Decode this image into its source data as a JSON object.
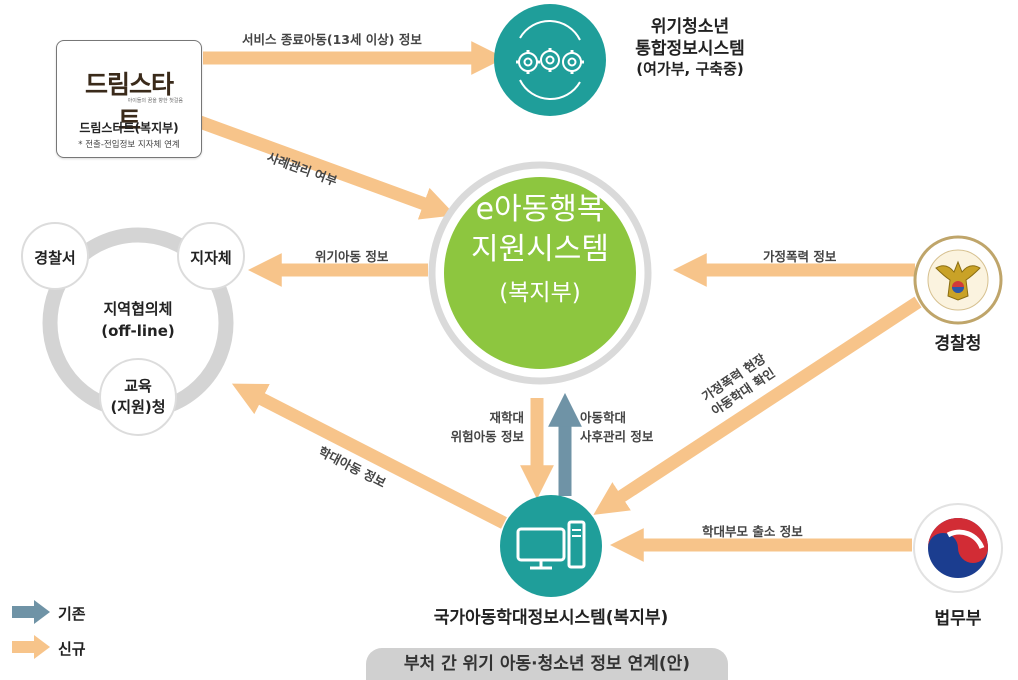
{
  "colors": {
    "new_arrow": "#f7c48a",
    "existing_arrow": "#6f93a6",
    "teal": "#1f9e9a",
    "green_hub": "#8dc63f",
    "grey_ring": "#d4d4d4"
  },
  "nodes": {
    "dream_start": {
      "logo_text": "드림스타트",
      "logo_sub": "아이들의 꿈을 향한 첫걸음",
      "title": "드림스타트(복지부)",
      "note": "* 전출-전입정보 지자체 연계"
    },
    "crisis_youth": {
      "line1": "위기청소년",
      "line2": "통합정보시스템",
      "line3": "(여가부, 구축중)"
    },
    "hub": {
      "line1": "e아동행복",
      "line2": "지원시스템",
      "line3": "(복지부)"
    },
    "council": {
      "police_station": "경찰서",
      "local_gov": "지자체",
      "name_line1": "지역협의체",
      "name_line2": "(off-line)",
      "education_line1": "교육",
      "education_line2": "(지원)청"
    },
    "police_agency": {
      "name": "경찰청"
    },
    "justice": {
      "name": "법무부"
    },
    "abuse_system": {
      "name": "국가아동학대정보시스템(복지부)"
    }
  },
  "edges": {
    "service_end": "서비스 종료아동(13세 이상) 정보",
    "case_mgmt": "사례관리 여부",
    "crisis_child": "위기아동 정보",
    "domestic_violence": "가정폭력 정보",
    "dv_scene_line1": "가정폭력 현장",
    "dv_scene_line2": "아동학대 확인",
    "abuse_child": "학대아동 정보",
    "reenroll_line1": "재학대",
    "reenroll_line2": "위험아동 정보",
    "aftercare_line1": "아동학대",
    "aftercare_line2": "사후관리 정보",
    "parent_exit": "학대부모 출소 정보"
  },
  "legend": {
    "existing": "기존",
    "new": "신규"
  },
  "banner": "부처 간 위기 아동·청소년 정보 연계(안)"
}
